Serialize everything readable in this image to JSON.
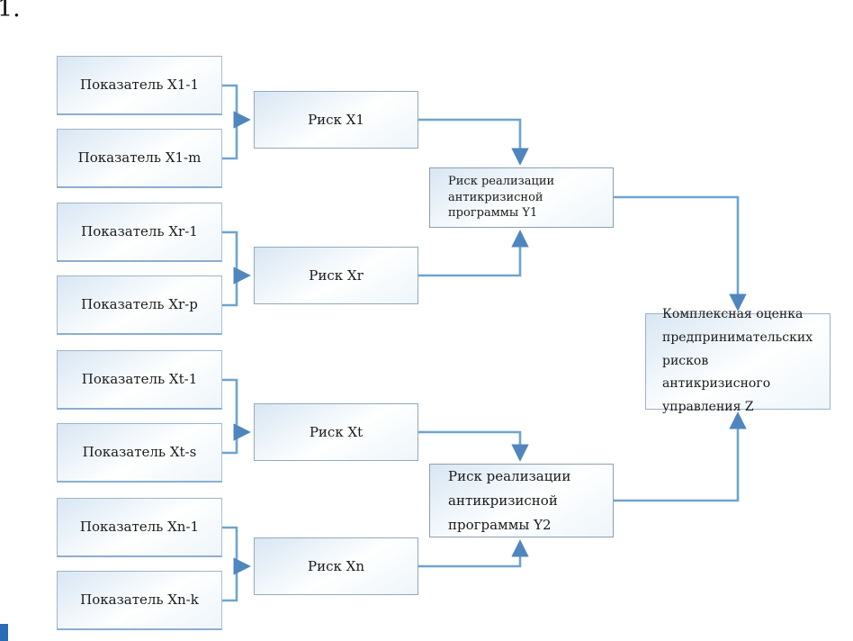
{
  "page": {
    "corner_label": "1."
  },
  "diagram": {
    "colors": {
      "arrow": "#6ea4cf",
      "arrowhead": "#4f86bd",
      "box_border": "#9fb4c6",
      "box_fill_top": "#d8e6f3"
    },
    "indicator_boxes": [
      {
        "label": "Показатель X1-1"
      },
      {
        "label": "Показатель X1-m"
      },
      {
        "label": "Показатель Xr-1"
      },
      {
        "label": "Показатель Xr-p"
      },
      {
        "label": "Показатель Xt-1"
      },
      {
        "label": "Показатель Xt-s"
      },
      {
        "label": "Показатель Xn-1"
      },
      {
        "label": "Показатель Xn-k"
      }
    ],
    "risk_boxes": [
      {
        "label": "Риск X1"
      },
      {
        "label": "Риск Xr"
      },
      {
        "label": "Риск Xt"
      },
      {
        "label": "Риск Xn"
      }
    ],
    "program_boxes": [
      {
        "lines": [
          "Риск реализации",
          "антикризисной программы Y1"
        ]
      },
      {
        "lines": [
          "Риск реализации",
          "антикризисной",
          "программы Y2"
        ]
      }
    ],
    "final_box": {
      "lines": [
        "Комплексная оценка",
        "предпринимательских рисков",
        "антикризисного управления Z"
      ]
    }
  }
}
